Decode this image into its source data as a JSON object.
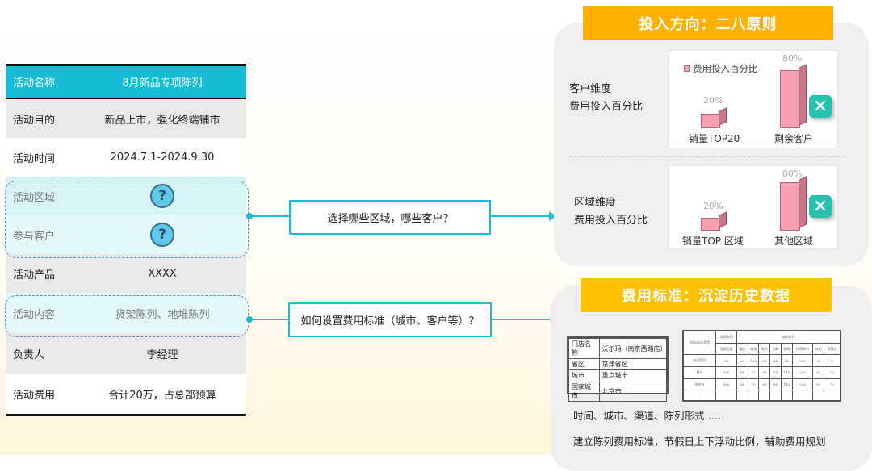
{
  "activity_table": {
    "header": {
      "key": "活动名称",
      "value": "8月新品专项陈列"
    },
    "rows": [
      {
        "key": "活动目的",
        "value": "新品上市，强化终端铺市"
      },
      {
        "key": "活动时间",
        "value": "2024.7.1-2024.9.30"
      },
      {
        "key": "活动区域",
        "value": "?"
      },
      {
        "key": "参与客户",
        "value": "?"
      },
      {
        "key": "活动产品",
        "value": "XXXX"
      },
      {
        "key": "活动内容",
        "value": "货架陈列、地堆陈列"
      },
      {
        "key": "负责人",
        "value": "李经理"
      },
      {
        "key": "活动费用",
        "value": "合计20万，占总部预算"
      }
    ]
  },
  "callouts": [
    "选择哪些区域，哪些客户？",
    "如何设置费用标准（城市、客户等）？"
  ],
  "investment": {
    "title": "投入方向：二八原则",
    "charts": [
      {
        "label1": "客户维度",
        "label2": "费用投入百分比",
        "legend": "费用投入百分比",
        "cats": [
          "销量TOP20",
          "剩余客户"
        ],
        "values": [
          "20%",
          "80%"
        ],
        "fractions": [
          0.2,
          0.8
        ]
      },
      {
        "label1": "区域维度",
        "label2": "费用投入百分比",
        "cats": [
          "销量TOP 区域",
          "其他区域"
        ],
        "values": [
          "20%",
          "80%"
        ],
        "fractions": [
          0.2,
          0.8
        ]
      }
    ]
  },
  "standard": {
    "title": "费用标准：沉淀历史数据",
    "store_table": [
      [
        "门店名称",
        "沃尔玛（南京西路店）"
      ],
      [
        "省区",
        "京津省区"
      ],
      [
        "城市",
        "重点城市"
      ],
      [
        "国家城市",
        "北京市"
      ]
    ],
    "fee_table": {
      "corner": "时间/新品类型",
      "group_a": "常规陈列",
      "group_b": "临时陈列",
      "headers": [
        "常规货架",
        "端架",
        "地堆",
        "堆头",
        "割箱",
        "挂网",
        "特殊陈列",
        "冰柜",
        "收银台"
      ],
      "rows": [
        [
          "新品陈列",
          "84",
          "29",
          "168",
          "84",
          "84",
          "84",
          "308",
          "32",
          "4"
        ],
        [
          "春节",
          "168",
          "84",
          "72",
          "84",
          "84",
          "144",
          "228",
          "84",
          "72"
        ],
        [
          "中秋节",
          "168",
          "84",
          "72",
          "84",
          "84",
          "144",
          "228",
          "84",
          "72"
        ],
        [
          "…"
        ]
      ]
    },
    "line1": "时间、城市、渠道、陈列形式……",
    "line2": "建立陈列费用标准，节假日上下浮动比例，辅助费用规划"
  }
}
